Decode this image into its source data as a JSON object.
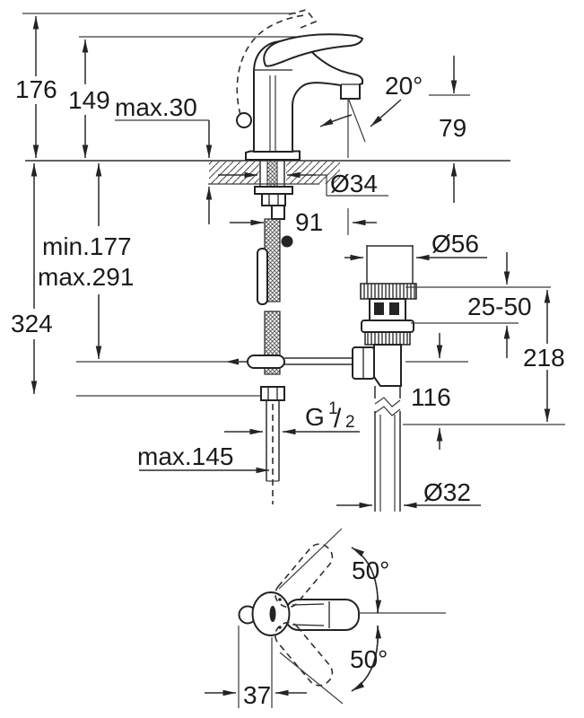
{
  "colors": {
    "line": "#2e2e2e",
    "text": "#1b1b1b",
    "background": "#ffffff"
  },
  "dimensions": {
    "total_height": "176",
    "body_height": "149",
    "deck_thickness": "max.30",
    "spout_angle": "20°",
    "spout_height": "79",
    "shank_diameter": "Ø34",
    "waste_offset": "91",
    "rod_min": "min.177",
    "rod_max": "max.291",
    "below_counter": "324",
    "waste_flange_diameter": "Ø56",
    "counter_range": "25-50",
    "waste_height": "218",
    "tailpipe_length": "116",
    "thread": {
      "letter": "G",
      "numerator": "1",
      "slash": "/",
      "denominator": "2"
    },
    "hose_reach": "max.145",
    "waste_pipe_diameter": "Ø32",
    "handle_swing_up": "50°",
    "handle_swing_down": "50°",
    "handle_offset": "37"
  }
}
